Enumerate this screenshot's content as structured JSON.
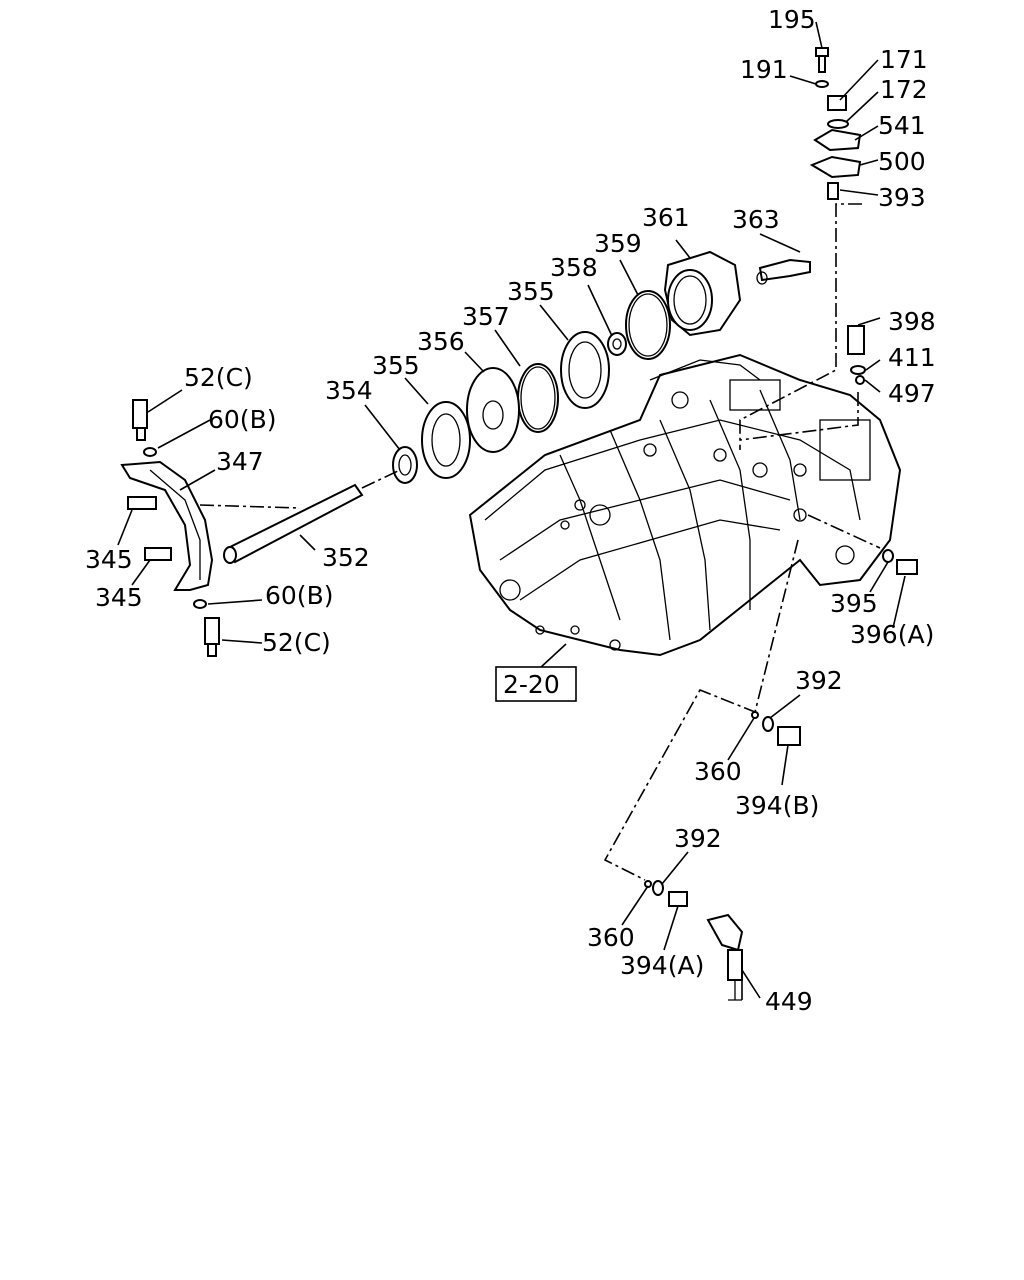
{
  "labels": {
    "p195": "195",
    "p191": "191",
    "p171": "171",
    "p172": "172",
    "p541": "541",
    "p500": "500",
    "p393": "393",
    "p361": "361",
    "p363": "363",
    "p359": "359",
    "p358": "358",
    "p355a": "355",
    "p357": "357",
    "p356": "356",
    "p355b": "355",
    "p354": "354",
    "p398": "398",
    "p411": "411",
    "p497": "497",
    "p52c_top": "52(C)",
    "p60b_top": "60(B)",
    "p347": "347",
    "p345a": "345",
    "p345b": "345",
    "p352": "352",
    "p60b_bot": "60(B)",
    "p52c_bot": "52(C)",
    "p395": "395",
    "p396a": "396(A)",
    "ref": "2-20",
    "p392a": "392",
    "p360a": "360",
    "p394b": "394(B)",
    "p392b": "392",
    "p360b": "360",
    "p394a": "394(A)",
    "p449": "449"
  }
}
